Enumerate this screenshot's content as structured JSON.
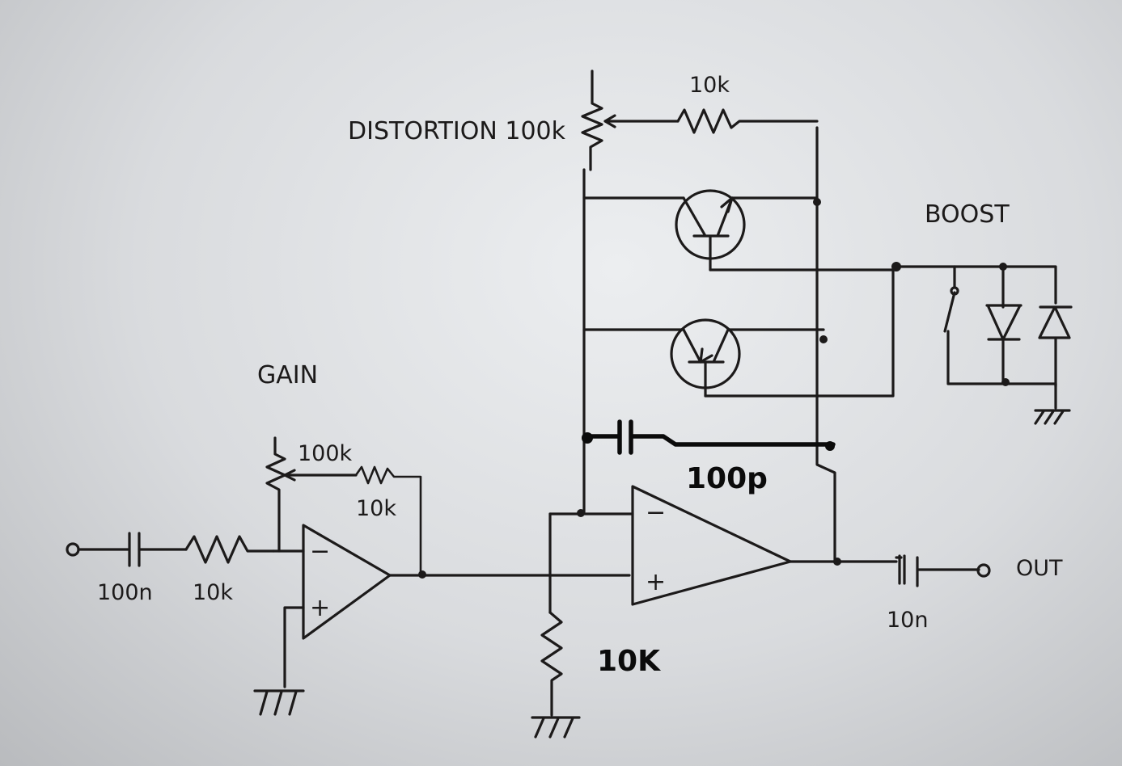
{
  "schematic": {
    "labels": {
      "distortion": "DISTORTION 100k",
      "distortion_feedback_resistor": "10k",
      "boost": "BOOST",
      "gain": "GAIN",
      "gain_pot": "100k",
      "gain_feedback_resistor": "10k",
      "input_cap": "100n",
      "input_resistor": "10k",
      "feedback_cap": "100p",
      "ground_resistor": "10K",
      "output_cap": "10n",
      "output": "OUT"
    }
  }
}
